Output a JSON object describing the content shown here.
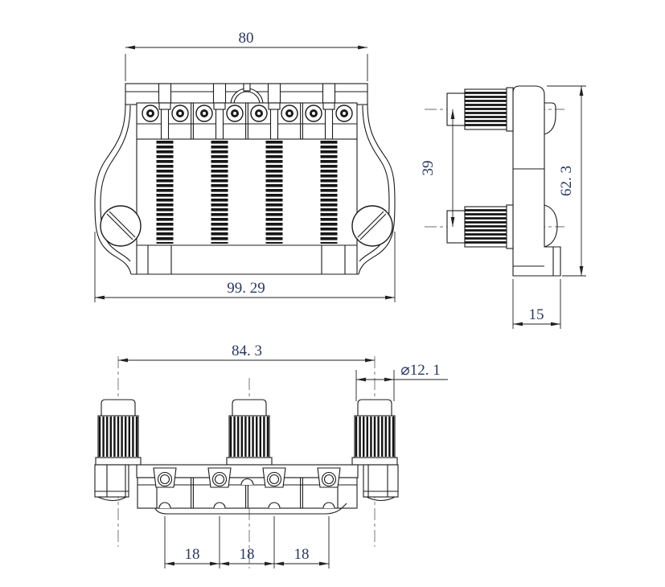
{
  "diagram": {
    "type": "technical-drawing-3-views",
    "front_view": {
      "dim_top_width": "80",
      "dim_overall_width": "99. 29"
    },
    "side_view": {
      "dim_knob_spacing": "39",
      "dim_overall_height": "62. 3",
      "dim_base_depth": "15"
    },
    "top_view": {
      "dim_knob_span": "84. 3",
      "dim_knob_diameter": "⌀12. 1",
      "dim_pitch_1": "18",
      "dim_pitch_2": "18",
      "dim_pitch_3": "18"
    },
    "colors": {
      "line": "#1b1b1b",
      "dimension_text": "#2a3763",
      "centerline": "#6b6b6b"
    }
  }
}
